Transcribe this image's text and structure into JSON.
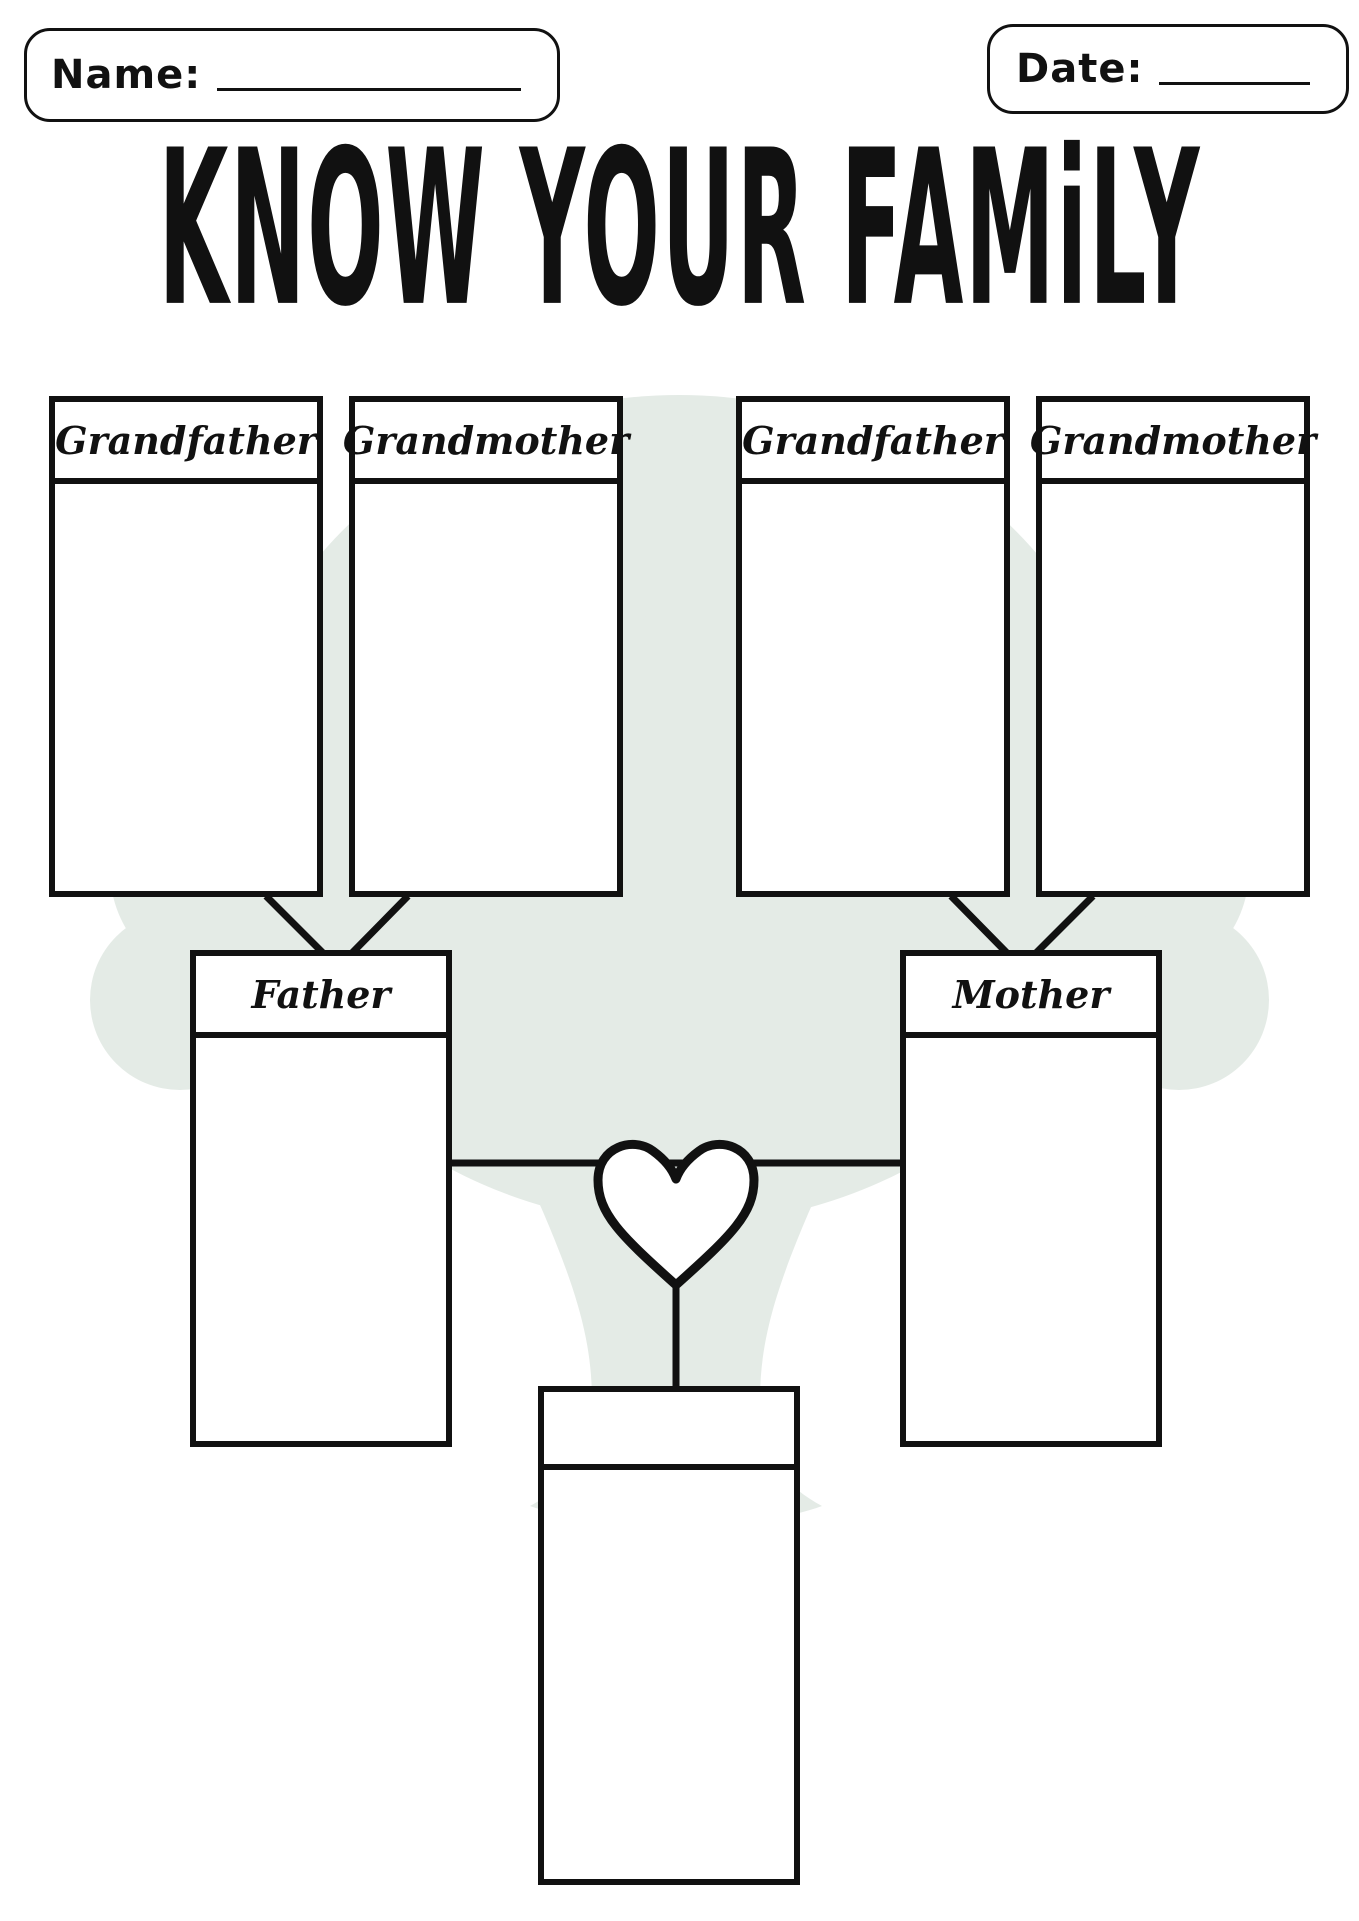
{
  "page": {
    "background": "#ffffff",
    "tree_green": "#e4ebe6",
    "ink": "#111111"
  },
  "header": {
    "name_field": {
      "label": "Name:",
      "value": ""
    },
    "date_field": {
      "label": "Date:",
      "value": ""
    },
    "title": "KNOW YOUR FAMiLY"
  },
  "family_tree": {
    "grandparents": [
      {
        "label": "Grandfather"
      },
      {
        "label": "Grandmother"
      },
      {
        "label": "Grandfather"
      },
      {
        "label": "Grandmother"
      }
    ],
    "parents": [
      {
        "label": "Father"
      },
      {
        "label": "Mother"
      }
    ],
    "child": {
      "label": ""
    },
    "heart_icon": "heart",
    "tree_icon": "tree-silhouette"
  }
}
